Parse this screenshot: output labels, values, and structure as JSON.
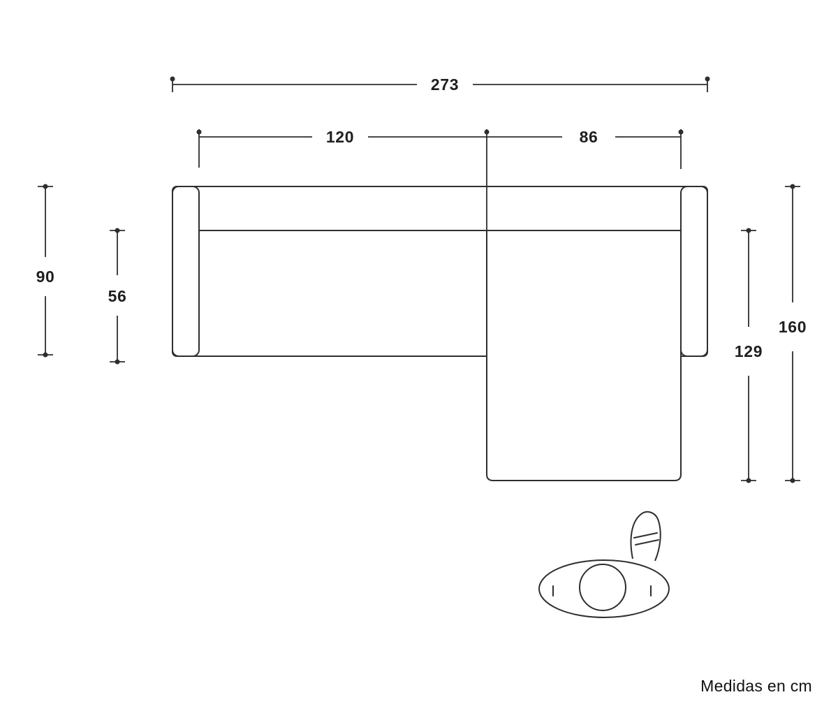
{
  "diagram": {
    "note": "Medidas en cm",
    "unit": "cm",
    "dimensions": {
      "total_width": "273",
      "seat_width": "120",
      "chaise_width": "86",
      "body_depth": "90",
      "seat_depth": "56",
      "chaise_depth": "129",
      "total_depth": "160"
    },
    "colors": {
      "line": "#2e2e2e",
      "text": "#1f1f1f",
      "background": "#ffffff"
    },
    "icons": {
      "person": "person-top-view-icon"
    }
  }
}
